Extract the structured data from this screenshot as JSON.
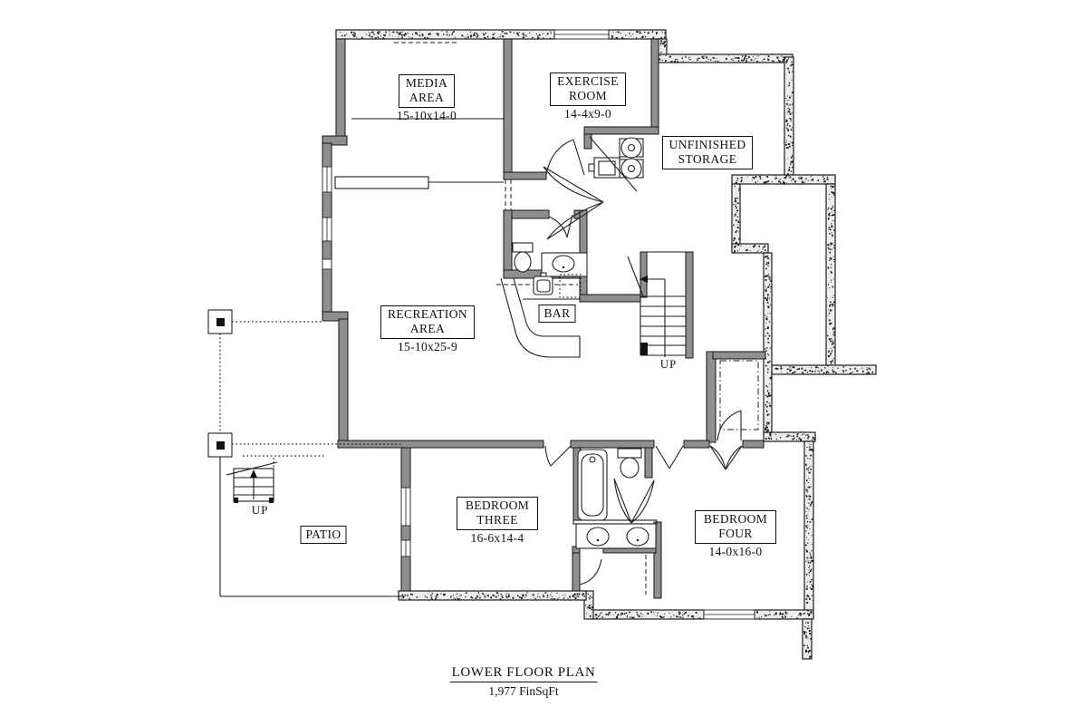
{
  "title": {
    "main": "LOWER FLOOR PLAN",
    "area": "1,977 FinSqFt"
  },
  "rooms": [
    {
      "id": "media-area",
      "name": "MEDIA AREA",
      "dims": "15-10x14-0"
    },
    {
      "id": "exercise-room",
      "name": "EXERCISE ROOM",
      "dims": "14-4x9-0"
    },
    {
      "id": "unfinished-storage",
      "name": "UNFINISHED STORAGE",
      "dims": ""
    },
    {
      "id": "recreation-area",
      "name": "RECREATION AREA",
      "dims": "15-10x25-9"
    },
    {
      "id": "bar",
      "name": "BAR",
      "dims": ""
    },
    {
      "id": "bedroom-three",
      "name": "BEDROOM THREE",
      "dims": "16-6x14-4"
    },
    {
      "id": "bedroom-four",
      "name": "BEDROOM FOUR",
      "dims": "14-0x16-0"
    },
    {
      "id": "patio",
      "name": "PATIO",
      "dims": ""
    }
  ],
  "stairs": {
    "main_up": "UP",
    "patio_up": "UP"
  },
  "colors": {
    "background": "#ffffff",
    "foundation_wall": "#ededed",
    "frame_wall": "#8f8f8f",
    "line": "#1c1c1c"
  }
}
